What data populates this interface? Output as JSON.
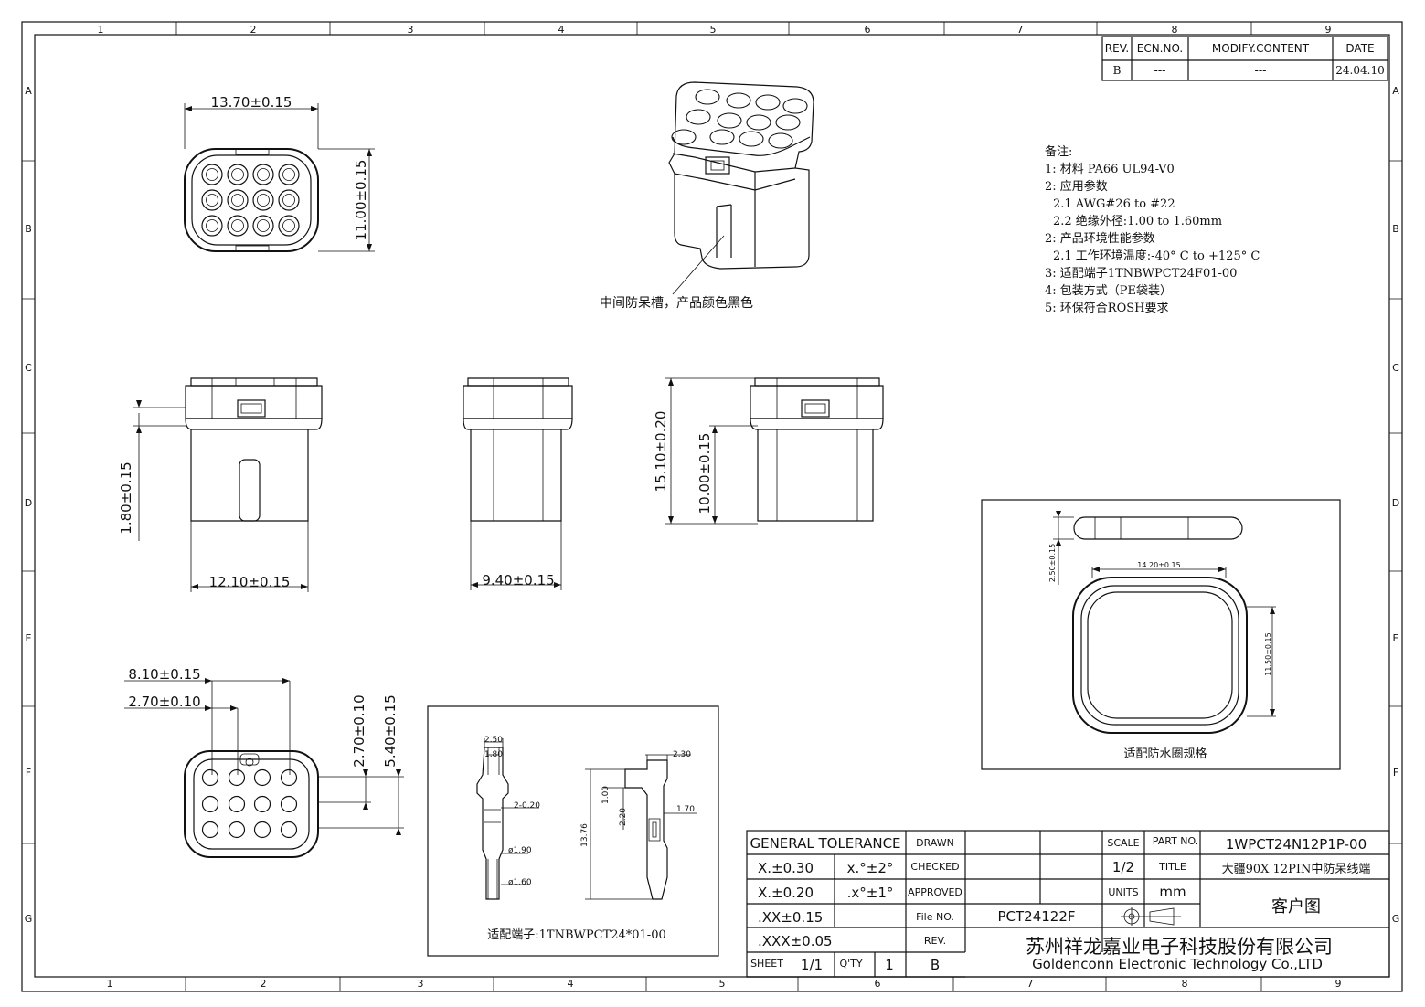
{
  "zones": {
    "top": [
      "1",
      "2",
      "3",
      "4",
      "5",
      "6",
      "7",
      "8",
      "9"
    ],
    "bottom": [
      "1",
      "2",
      "3",
      "4",
      "5",
      "6",
      "7",
      "8",
      "9"
    ],
    "side": [
      "A",
      "B",
      "C",
      "D",
      "E",
      "F",
      "G"
    ]
  },
  "revision_table": {
    "headers": [
      "REV.",
      "ECN.NO.",
      "MODIFY.CONTENT",
      "DATE"
    ],
    "row": [
      "B",
      "---",
      "---",
      "24.04.10"
    ]
  },
  "notes": {
    "heading": "备注:",
    "lines": [
      "1: 材料 PA66 UL94-V0",
      "2: 应用参数",
      "2.1 AWG#26 to #22",
      "2.2 绝缘外径:1.00 to 1.60mm",
      "2: 产品环境性能参数",
      "2.1 工作环境温度:-40° C to +125° C",
      "3: 适配端子1TNBWPCT24F01-00",
      "4: 包装方式（PE袋装）",
      "5: 环保符合ROSH要求"
    ]
  },
  "callout": "中间防呆槽，产品颜色黑色",
  "dimensions": {
    "top_width": "13.70±0.15",
    "top_height": "11.00±0.15",
    "front_step": "1.80±0.15",
    "front_width": "12.10±0.15",
    "side_width": "9.40±0.15",
    "overall_height": "15.10±0.20",
    "body_height": "10.00±0.15",
    "face_w1": "8.10±0.15",
    "face_w2": "2.70±0.10",
    "face_h1": "2.70±0.10",
    "face_h2": "5.40±0.15"
  },
  "terminal_box": {
    "caption": "适配端子:1TNBWPCT24*01-00",
    "d1": "2.50",
    "d2": "1.80",
    "d3": "2-0.20",
    "d4": "ø1.90",
    "d5": "ø1.60",
    "d6": "2.30",
    "d7": "1.00",
    "d8": "2.20",
    "d9": "1.70",
    "d10": "13.76"
  },
  "seal_box": {
    "caption": "适配防水圈规格",
    "thickness": "2.50±0.15",
    "width": "14.20±0.15",
    "height": "11.50±0.15"
  },
  "title_block": {
    "general_tolerance": "GENERAL TOLERANCE",
    "tol_rows": [
      "X.±0.30",
      "X.±0.20",
      ".XX±0.15",
      ".XXX±0.05"
    ],
    "angle_rows": [
      "x.°±2°",
      ".x°±1°"
    ],
    "drawn": "DRAWN",
    "checked": "CHECKED",
    "approved": "APPROVED",
    "file_no_label": "File NO.",
    "file_no": "PCT24122F",
    "rev_label": "REV.",
    "sheet_label": "SHEET",
    "sheet": "1/1",
    "qty_label": "Q'TY",
    "qty": "1",
    "rev": "B",
    "scale_label": "SCALE",
    "scale": "1/2",
    "units_label": "UNITS",
    "units": "mm",
    "part_no_label": "PART NO.",
    "part_no": "1WPCT24N12P1P-00",
    "title_label": "TITLE",
    "title": "大疆90X 12PIN中防呆线端",
    "customer": "客户图",
    "company_cn": "苏州祥龙嘉业电子科技股份有限公司",
    "company_en": "Goldenconn Electronic Technology Co.,LTD"
  }
}
